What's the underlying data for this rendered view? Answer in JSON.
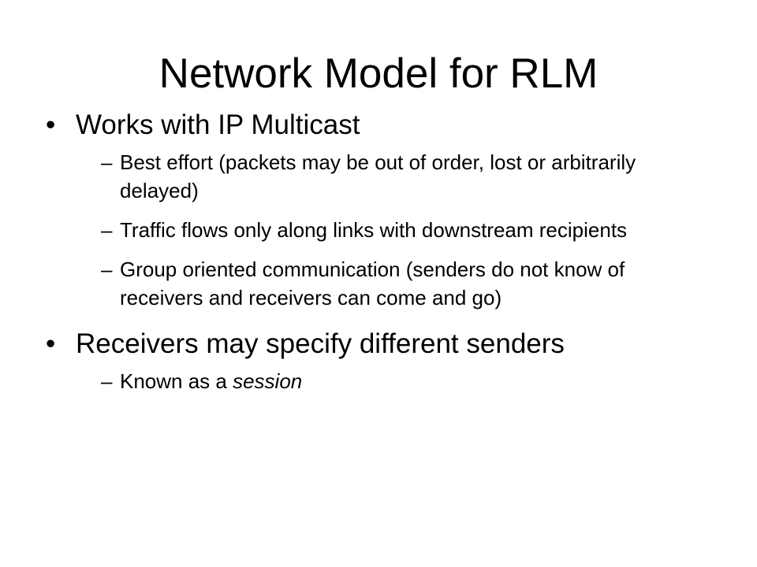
{
  "slide": {
    "title": "Network Model for RLM",
    "bullets": [
      {
        "text": "Works with IP Multicast",
        "subs": [
          "Best effort (packets may be out of order, lost or arbitrarily delayed)",
          "Traffic flows only along links with downstream recipients",
          "Group oriented communication (senders do not know of receivers and receivers can come and go)"
        ]
      },
      {
        "text": "Receivers may specify different senders",
        "subs": [
          {
            "prefix": "Known as a ",
            "emphasis": "session"
          }
        ]
      }
    ],
    "bullet_glyph": "•",
    "dash_glyph": "–"
  }
}
